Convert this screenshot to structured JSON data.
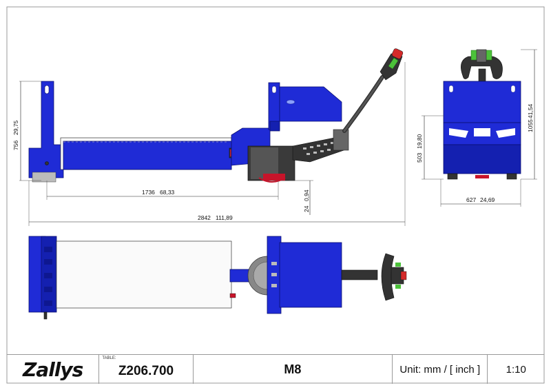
{
  "title_block": {
    "logo": "Zallys",
    "table_label": "TABLE:",
    "table_value": "Z206.700",
    "model": "M8",
    "unit": "Unit: mm / [ inch ]",
    "scale": "1:10"
  },
  "dimensions": {
    "side_height": "756",
    "side_height_in": "29,75",
    "wheel_span": "1736",
    "wheel_span_in": "68,33",
    "clearance": "24",
    "clearance_in": "0,94",
    "total_length": "2842",
    "total_length_in": "111,89",
    "front_height": "503",
    "front_height_in": "19,80",
    "front_total_height": "1055",
    "front_total_height_in": "41,54",
    "front_width": "627",
    "front_width_in": "24,69"
  },
  "colors": {
    "body": "#1f2bd6",
    "handle_grip": "#4cc23a",
    "button_red": "#d42a2a",
    "wheel_red": "#c7142a"
  }
}
